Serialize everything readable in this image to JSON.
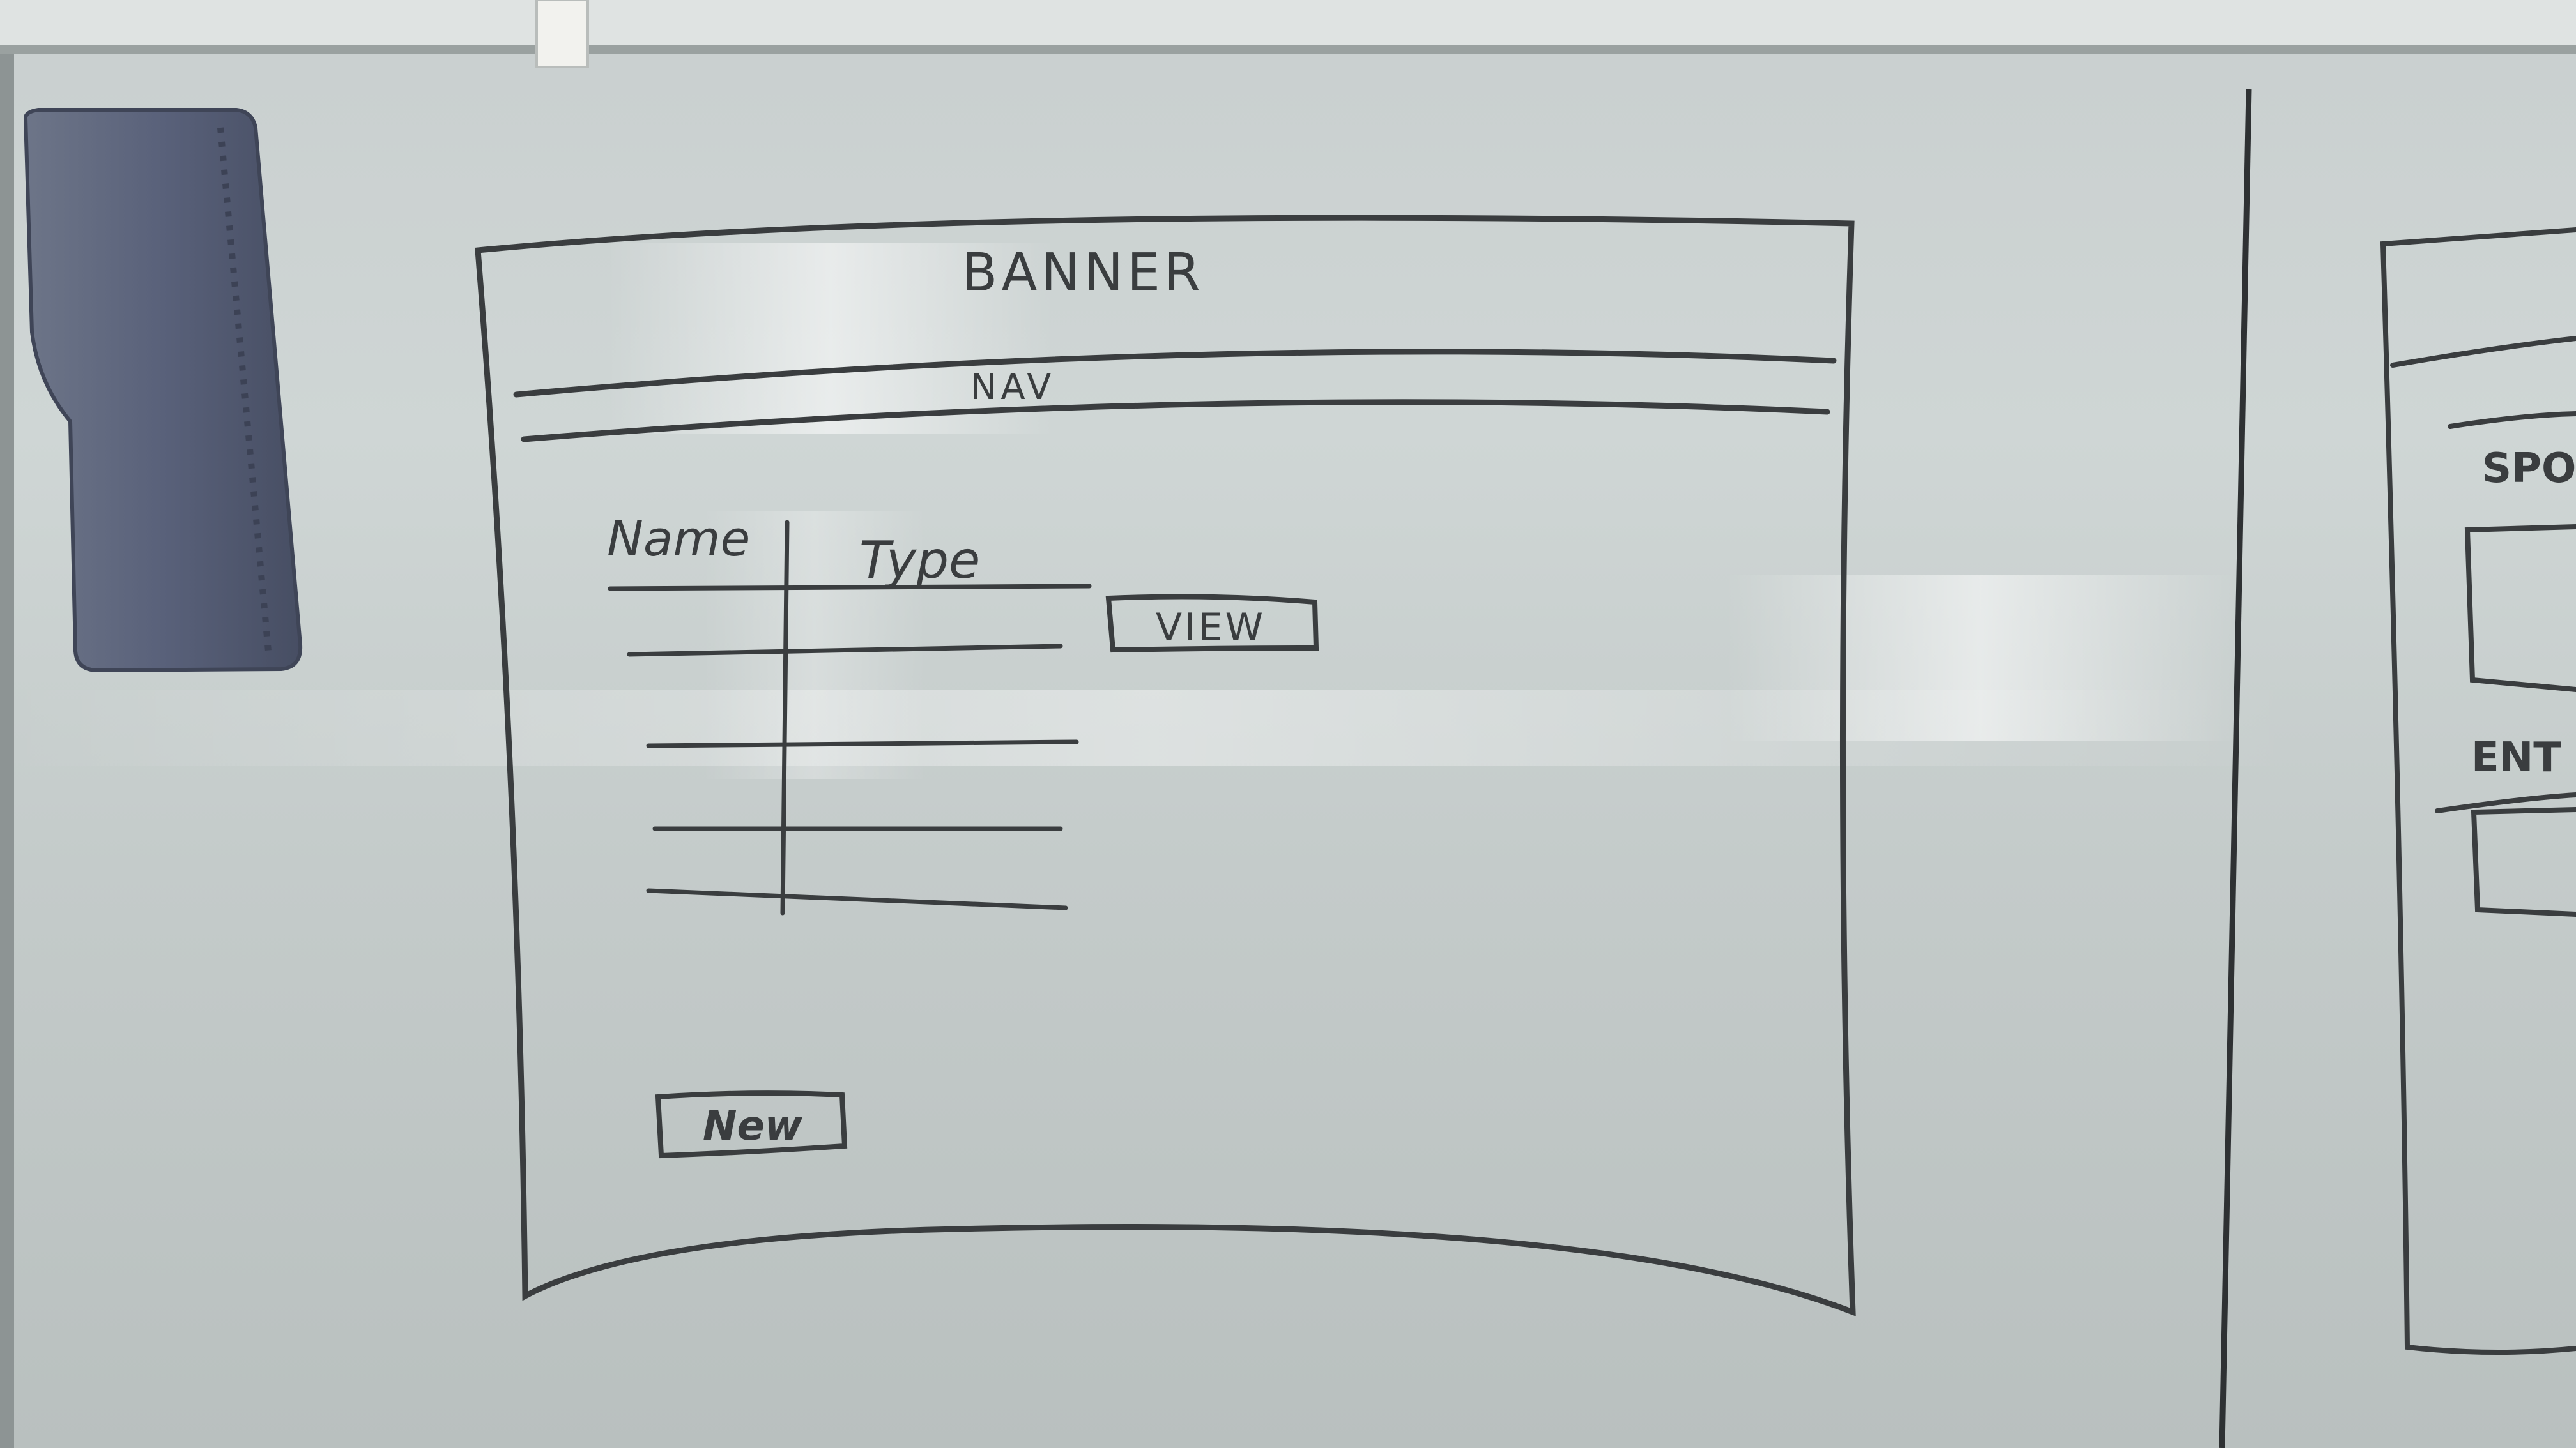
{
  "whiteboard": {
    "main_sketch": {
      "banner_label": "BANNER",
      "nav_label": "NAV",
      "table": {
        "headers": [
          "Name",
          "Type"
        ],
        "row_count": 4
      },
      "view_button_label": "VIEW",
      "new_button_label": "New"
    },
    "side_sketch": {
      "partial_labels": [
        "SPO",
        "ENT"
      ]
    }
  },
  "colors": {
    "marker": "#3a3d3f",
    "board": "#cfd6d5",
    "eraser": "#5a6275"
  },
  "icons": {
    "eraser": "whiteboard-eraser-icon"
  }
}
